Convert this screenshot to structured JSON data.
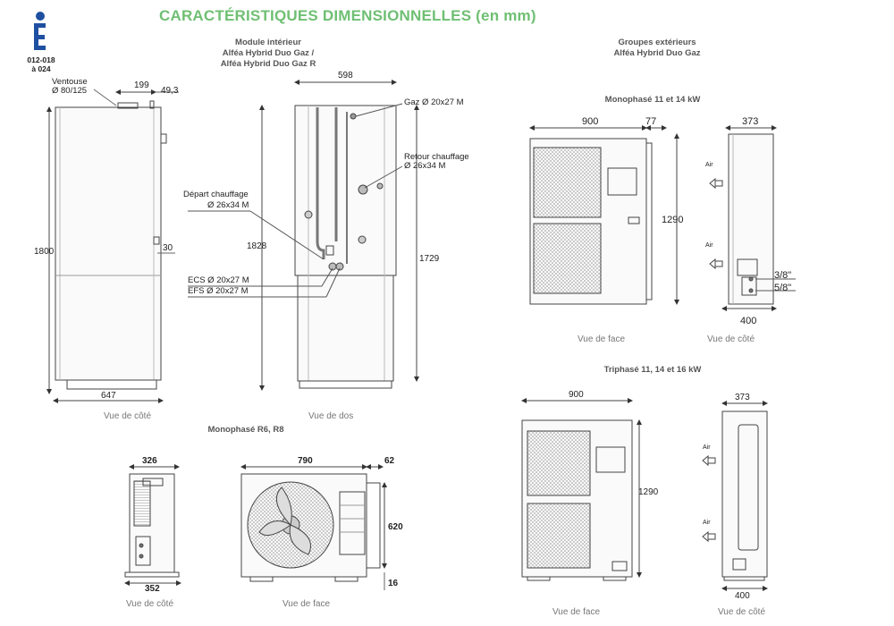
{
  "title": "CARACTÉRISTIQUES DIMENSIONNELLES (en mm)",
  "badge": {
    "code_line1": "012-018",
    "code_line2": "à 024",
    "icon": "info-e-badge-icon"
  },
  "indoor": {
    "header_line1": "Module intérieur",
    "header_line2": "Alféa Hybrid Duo Gaz /",
    "header_line3": "Alféa Hybrid Duo Gaz R",
    "side": {
      "ventouse_line1": "Ventouse",
      "ventouse_line2": "Ø 80/125",
      "dim_199": "199",
      "dim_493": "49,3",
      "dim_1800": "1800",
      "dim_30": "30",
      "dim_647": "647",
      "caption": "Vue de côté"
    },
    "back": {
      "dim_598": "598",
      "dim_1828": "1828",
      "dim_1729": "1729",
      "gaz": "Gaz Ø 20x27 M",
      "retour_line1": "Retour chauffage",
      "retour_line2": "Ø 26x34 M",
      "depart_line1": "Départ chauffage",
      "depart_line2": "Ø 26x34 M",
      "ecs": "ECS Ø 20x27 M",
      "efs": "EFS Ø 20x27 M",
      "caption": "Vue de dos"
    }
  },
  "outdoor": {
    "header_line1": "Groupes extérieurs",
    "header_line2": "Alféa Hybrid Duo Gaz",
    "mono_11_14": {
      "header": "Monophasé 11 et 14 kW",
      "dim_900": "900",
      "dim_77": "77",
      "dim_1290": "1290",
      "dim_373": "373",
      "dim_400": "400",
      "dim_38": "3/8\"",
      "dim_58": "5/8\"",
      "air1": "Air",
      "air2": "Air",
      "caption_face": "Vue de face",
      "caption_side": "Vue de côté"
    },
    "tri": {
      "header": "Triphasé 11, 14 et 16 kW",
      "dim_900": "900",
      "dim_1290": "1290",
      "dim_373": "373",
      "dim_400": "400",
      "air1": "Air",
      "air2": "Air",
      "caption_face": "Vue de face",
      "caption_side": "Vue de côté"
    },
    "mono_r6_r8": {
      "header": "Monophasé R6, R8",
      "dim_326": "326",
      "dim_352": "352",
      "dim_790": "790",
      "dim_62": "62",
      "dim_620": "620",
      "dim_16": "16",
      "caption_side": "Vue de côté",
      "caption_face": "Vue de face"
    }
  }
}
